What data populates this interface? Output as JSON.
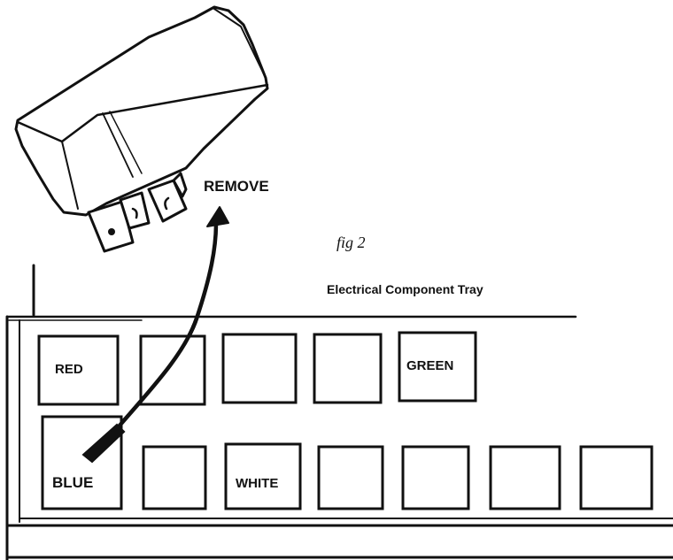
{
  "labels": {
    "remove": "REMOVE",
    "figure": "fig 2",
    "tray_title": "Electrical Component Tray"
  },
  "slots": {
    "red": "RED",
    "green": "GREEN",
    "blue": "BLUE",
    "white": "WHITE"
  }
}
